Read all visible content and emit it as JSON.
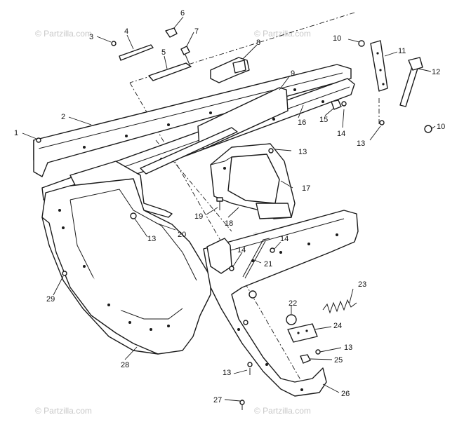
{
  "watermark": {
    "text": "© Partzilla.com",
    "color": "#c8c8c8"
  },
  "callouts": [
    {
      "id": "1",
      "label": "1"
    },
    {
      "id": "2",
      "label": "2"
    },
    {
      "id": "3",
      "label": "3"
    },
    {
      "id": "4",
      "label": "4"
    },
    {
      "id": "5",
      "label": "5"
    },
    {
      "id": "6",
      "label": "6"
    },
    {
      "id": "7",
      "label": "7"
    },
    {
      "id": "8",
      "label": "8"
    },
    {
      "id": "9",
      "label": "9"
    },
    {
      "id": "10a",
      "label": "10"
    },
    {
      "id": "10b",
      "label": "10"
    },
    {
      "id": "11",
      "label": "11"
    },
    {
      "id": "12",
      "label": "12"
    },
    {
      "id": "13a",
      "label": "13"
    },
    {
      "id": "13b",
      "label": "13"
    },
    {
      "id": "13c",
      "label": "13"
    },
    {
      "id": "13d",
      "label": "13"
    },
    {
      "id": "13e",
      "label": "13"
    },
    {
      "id": "14a",
      "label": "14"
    },
    {
      "id": "14b",
      "label": "14"
    },
    {
      "id": "14c",
      "label": "14"
    },
    {
      "id": "15",
      "label": "15"
    },
    {
      "id": "16",
      "label": "16"
    },
    {
      "id": "17",
      "label": "17"
    },
    {
      "id": "18",
      "label": "18"
    },
    {
      "id": "19",
      "label": "19"
    },
    {
      "id": "20",
      "label": "20"
    },
    {
      "id": "21",
      "label": "21"
    },
    {
      "id": "22",
      "label": "22"
    },
    {
      "id": "23",
      "label": "23"
    },
    {
      "id": "24",
      "label": "24"
    },
    {
      "id": "25",
      "label": "25"
    },
    {
      "id": "26",
      "label": "26"
    },
    {
      "id": "27",
      "label": "27"
    },
    {
      "id": "28",
      "label": "28"
    },
    {
      "id": "29",
      "label": "29"
    }
  ]
}
